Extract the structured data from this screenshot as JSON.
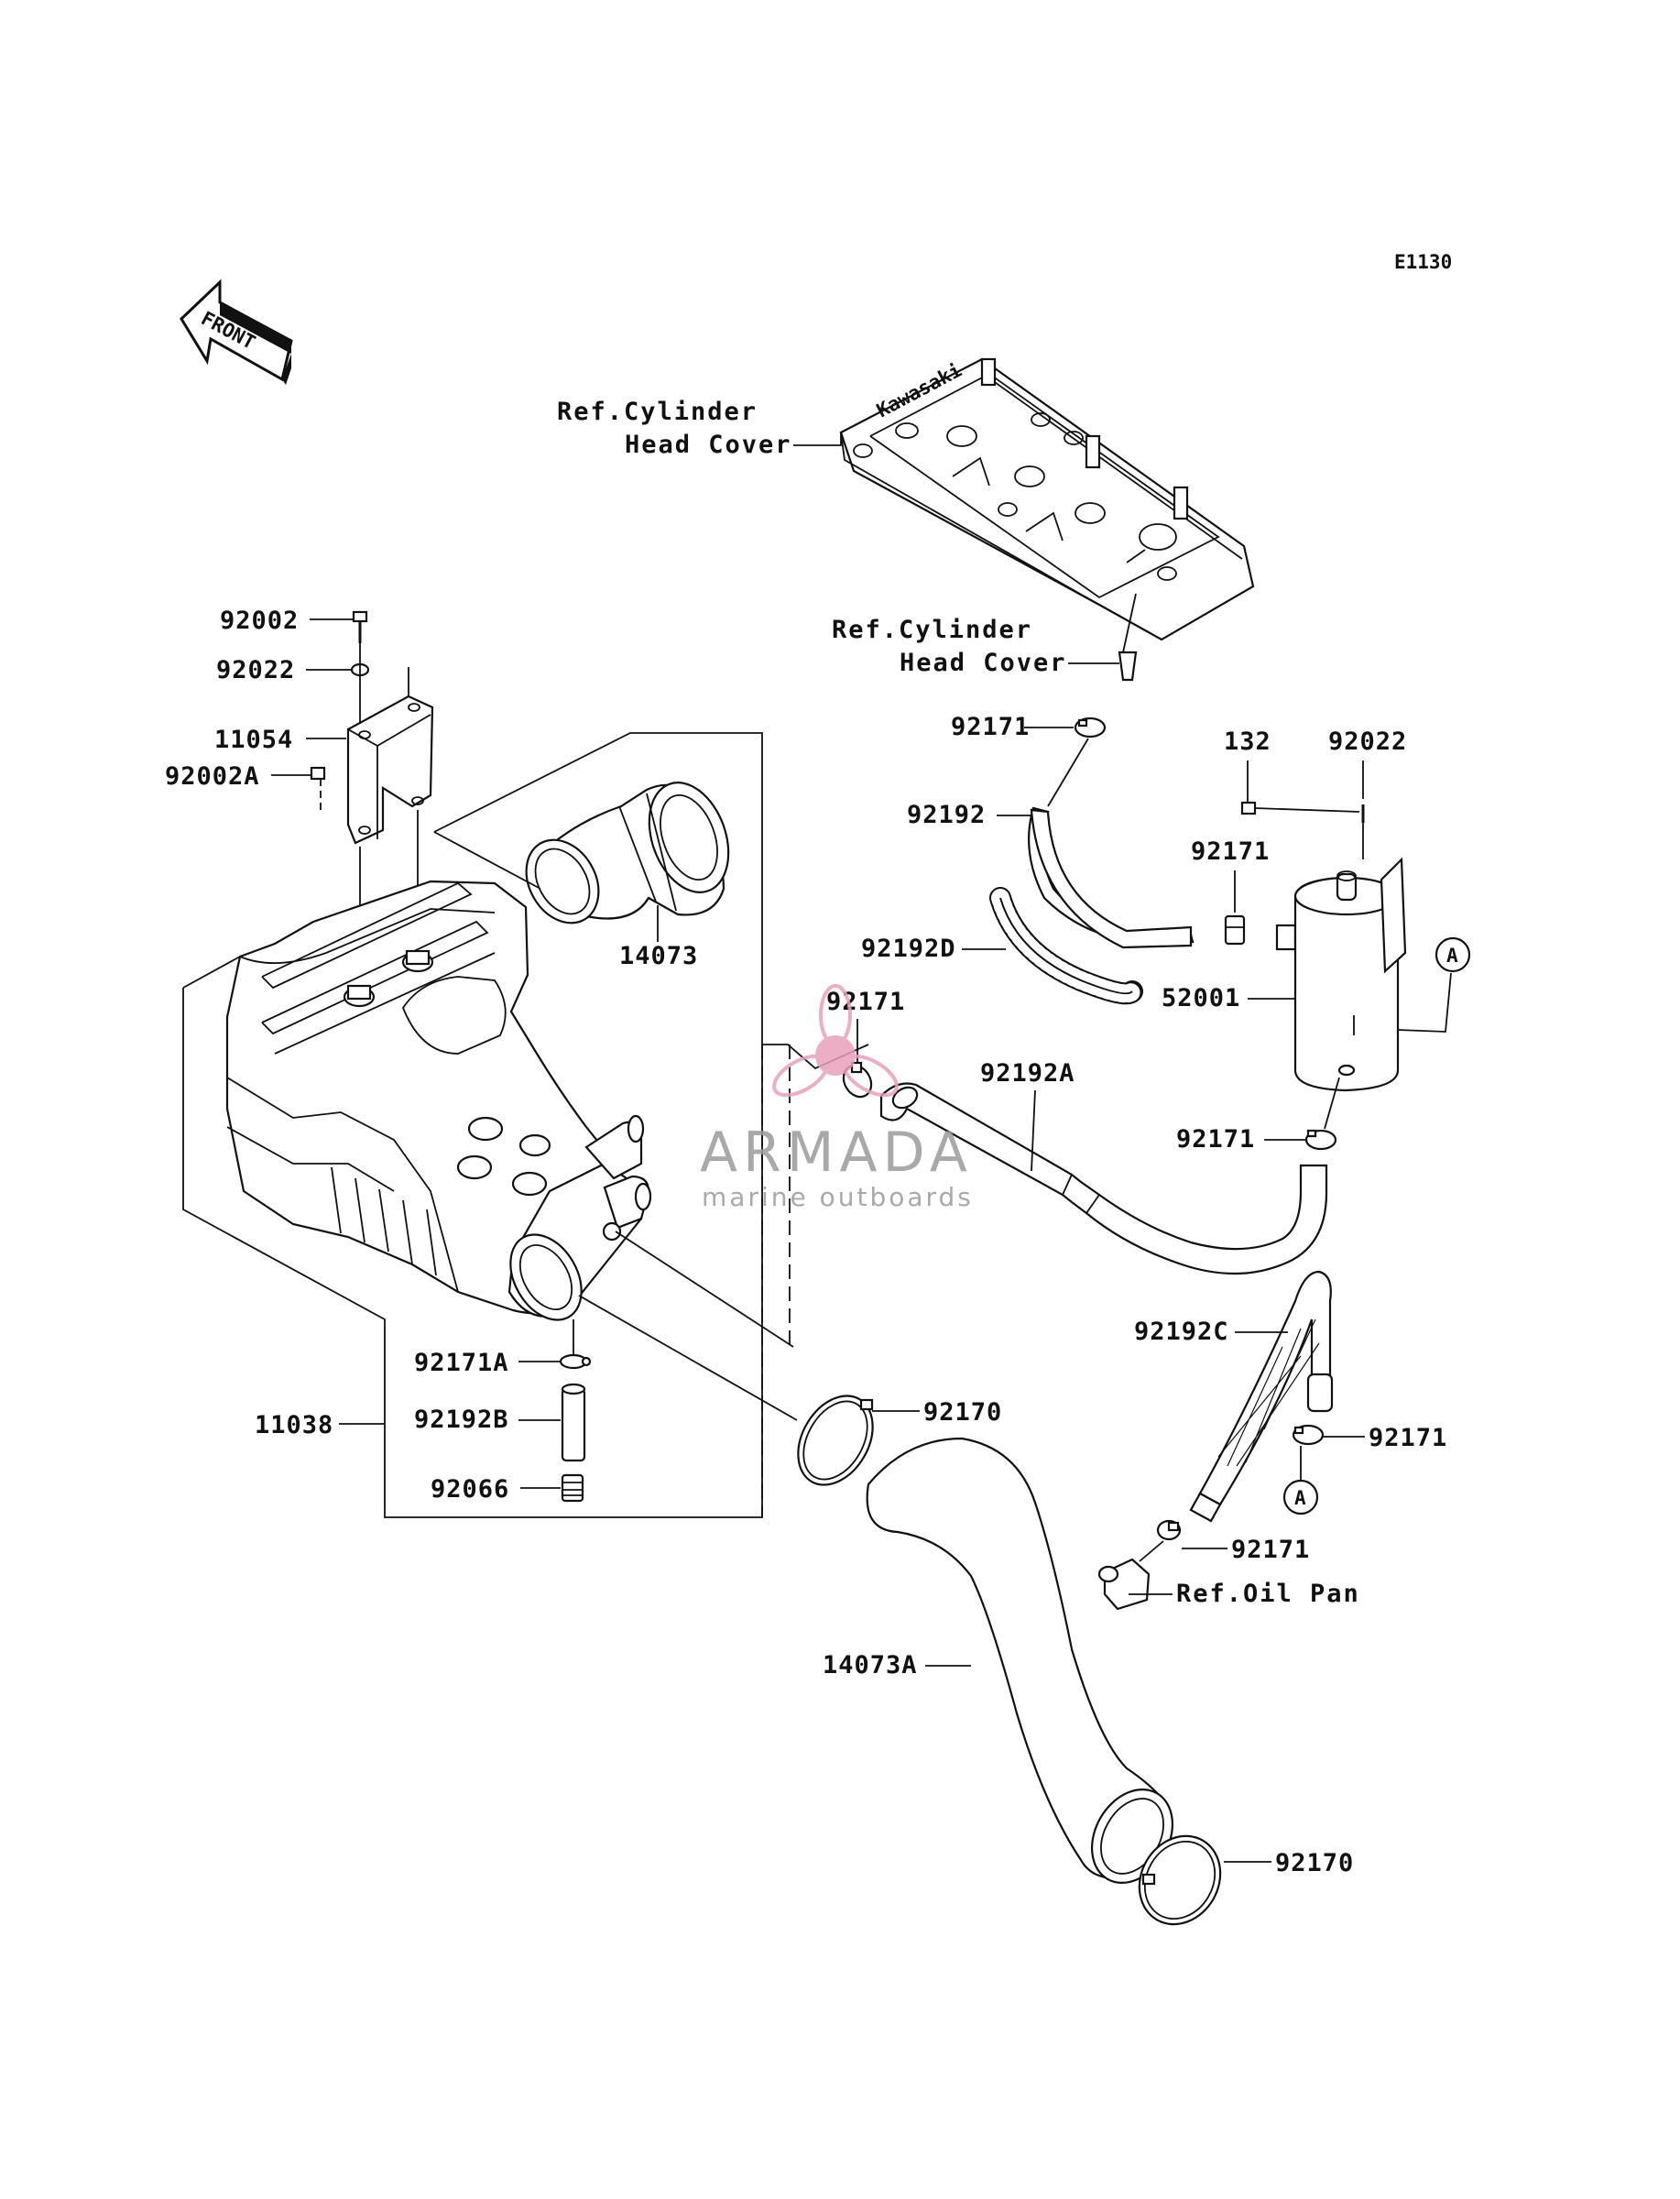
{
  "diagram_code": "E1130",
  "front_label": "FRONT",
  "refs": {
    "cyl_head_cover_1": [
      "Ref.Cylinder",
      "Head Cover"
    ],
    "cyl_head_cover_2": [
      "Ref.Cylinder",
      "Head Cover"
    ],
    "oil_pan": "Ref.Oil Pan"
  },
  "parts": {
    "p92002": "92002",
    "p92022_left": "92022",
    "p11054": "11054",
    "p92002A": "92002A",
    "p14073": "14073",
    "p11038": "11038",
    "p92171A": "92171A",
    "p92192B": "92192B",
    "p92066": "92066",
    "p92171_top": "92171",
    "p92192": "92192",
    "p132": "132",
    "p92022_right": "92022",
    "p92171_canister": "92171",
    "p92192D": "92192D",
    "p52001": "52001",
    "p92171_left": "92171",
    "p92192A": "92192A",
    "p92171_bottom": "92171",
    "p92192C": "92192C",
    "p92170_top": "92170",
    "p92171_right": "92171",
    "p92171_oil": "92171",
    "p14073A": "14073A",
    "p92170_bottom": "92170"
  },
  "markers": {
    "a_upper": "A",
    "a_lower": "A"
  },
  "watermark": {
    "brand": "ARMADA",
    "tagline": "marine outboards",
    "color": "#e8a0bc"
  }
}
